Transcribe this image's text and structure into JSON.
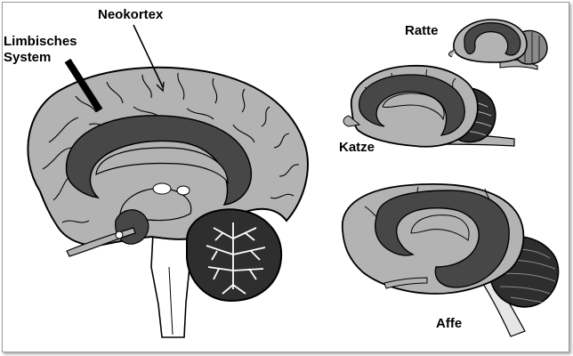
{
  "labels": {
    "neokortex": "Neokortex",
    "limbisches_line1": "Limbisches",
    "limbisches_line2": "System",
    "ratte": "Ratte",
    "katze": "Katze",
    "affe": "Affe"
  },
  "colors": {
    "cortex": "#b3b3b3",
    "limbic": "#474747",
    "cerebellum": "#2e2e2e",
    "outline": "#000000",
    "pale": "#e6e6e6",
    "background": "#ffffff"
  }
}
